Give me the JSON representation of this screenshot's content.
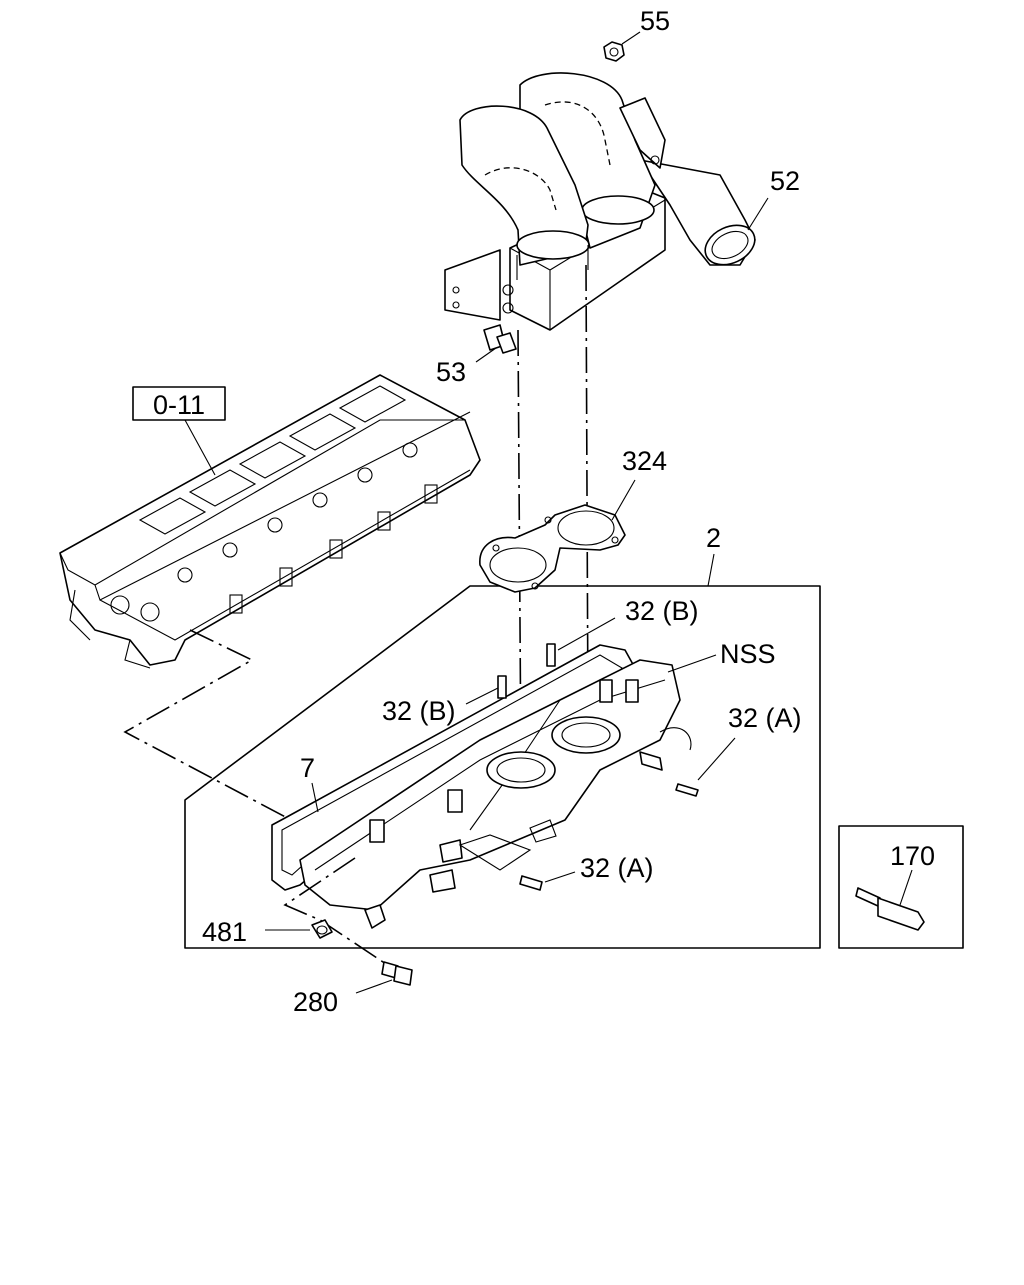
{
  "diagram": {
    "callouts": {
      "p55": "55",
      "p52": "52",
      "p53": "53",
      "p324": "324",
      "p2": "2",
      "p32b_upper": "32 (B)",
      "p32b_left": "32 (B)",
      "nss": "NSS",
      "p32a_right": "32 (A)",
      "p7": "7",
      "p32a_lower": "32 (A)",
      "p481": "481",
      "p280": "280",
      "p170": "170"
    },
    "reference_box": "0-11"
  }
}
